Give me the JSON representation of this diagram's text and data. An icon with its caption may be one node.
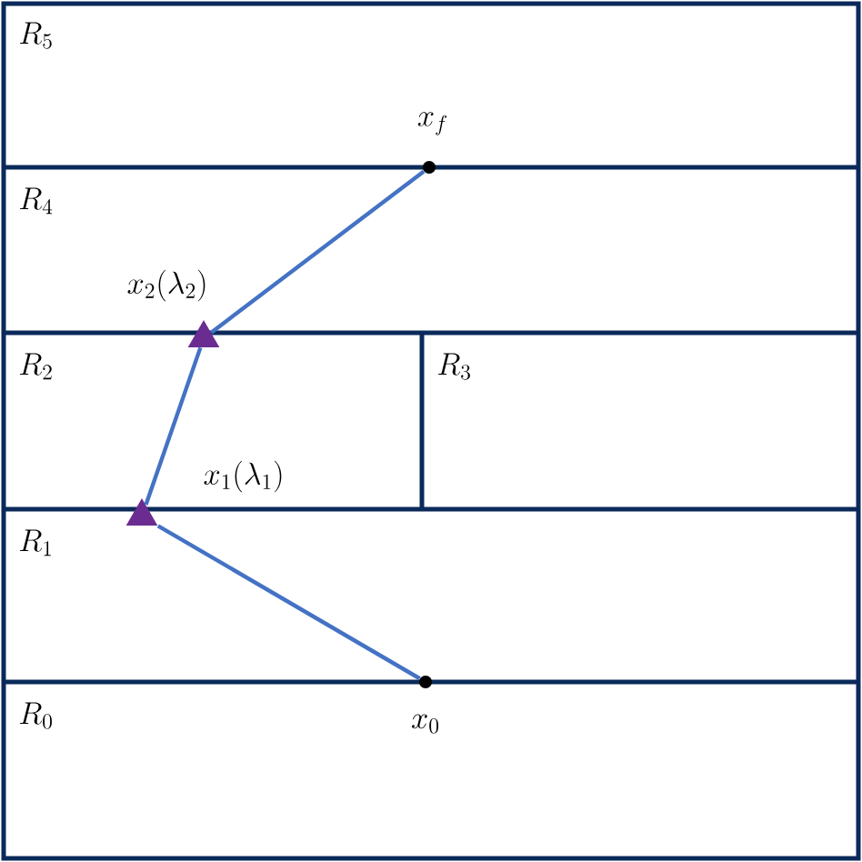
{
  "diagram": {
    "nodes": [
      {
        "text": [
          "x_f"
        ]
      },
      {
        "text": [
          "x_2(\\lambda_2)"
        ]
      },
      {
        "text": [
          "x_1(\\lambda_1)"
        ]
      },
      {
        "text": [
          "x_0"
        ]
      }
    ],
    "edges": [
      {
        "from": 3,
        "to": 2,
        "arrow": "none"
      },
      {
        "from": 2,
        "to": 1,
        "arrow": "none"
      },
      {
        "from": 1,
        "to": 0,
        "arrow": "none"
      }
    ],
    "labels": [
      "R_5",
      "R_4",
      "R_2",
      "R_3",
      "R_1",
      "R_0"
    ]
  }
}
